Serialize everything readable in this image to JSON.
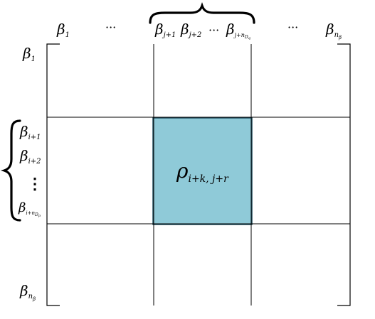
{
  "matrix": {
    "column_labels": {
      "first": {
        "base": "β",
        "sub": "1"
      },
      "ellipsis_left": "···",
      "group": [
        {
          "base": "β",
          "sub": "j+1"
        },
        {
          "base": "β",
          "sub": "j+2"
        },
        {
          "base": "···",
          "sub": ""
        },
        {
          "base": "β",
          "sub": "j+n",
          "subsub": "D",
          "subsubsub": "q"
        }
      ],
      "ellipsis_right": "···",
      "last": {
        "base": "β",
        "sub": "n",
        "subsub": "β"
      }
    },
    "row_labels": {
      "first": {
        "base": "β",
        "sub": "1"
      },
      "group": [
        {
          "base": "β",
          "sub": "i+1"
        },
        {
          "base": "β",
          "sub": "i+2"
        },
        {
          "base": "⋮",
          "sub": ""
        },
        {
          "base": "β",
          "sub": "i+n",
          "subsub": "D",
          "subsubsub": "p"
        }
      ],
      "last": {
        "base": "β",
        "sub": "n",
        "subsub": "β"
      }
    },
    "highlighted_cell": {
      "base": "ρ",
      "sub": "i+k, j+r",
      "fill_color": "#8fcad8",
      "border_color": "#1f4e5f"
    }
  }
}
